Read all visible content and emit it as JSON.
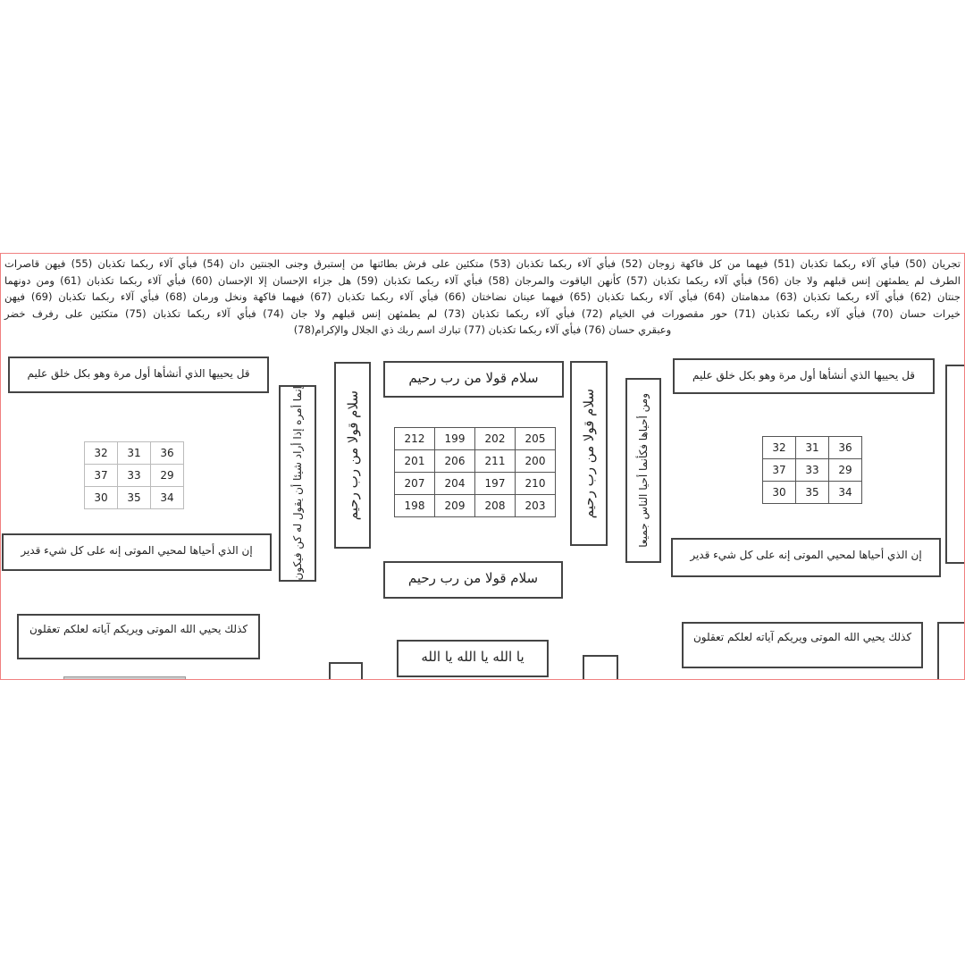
{
  "verses": [
    "تجريان (50) فبأي آلاء ربكما تكذبان (51) فيهما من كل فاكهة زوجان (52) فبأي آلاء ربكما تكذبان (53) متكئين على فرش بطائنها من إستبرق وجنى الجنتين دان (54) فبأي آلاء ربكما تكذبان (55) فيهن قاصرات",
    "الطرف لم يطمثهن إنس قبلهم ولا جان (56) فبأي آلاء ربكما تكذبان (57) كأنهن الياقوت والمرجان (58) فبأي آلاء ربكما تكذبان (59) هل جزاء الإحسان إلا الإحسان (60) فبأي آلاء ربكما تكذبان (61) ومن دونهما",
    "جنتان (62) فبأي آلاء ربكما تكذبان (63) مدهامتان (64) فبأي آلاء ربكما تكذبان (65) فيهما عينان نضاختان (66) فبأي آلاء ربكما تكذبان (67) فيهما فاكهة ونخل ورمان (68) فبأي آلاء ربكما تكذبان (69) فيهن",
    "خيرات حسان (70) فبأي آلاء ربكما تكذبان (71) حور مقصورات في الخيام (72) فبأي آلاء ربكما تكذبان (73) لم يطمثهن إنس قبلهم ولا جان (74) فبأي آلاء ربكما تكذبان (75) متكئين على رفرف خضر",
    "وعبقري حسان (76) فبأي آلاء ربكما تكذبان (77) تبارك اسم ربك ذي الجلال والإكرام(78)"
  ],
  "boxes": {
    "yuhyiha": "قل يحييها الذي أنشأها أول مرة وهو بكل خلق عليم",
    "ahyaha": "إن الذي أحياها لمحيي الموتى إنه على كل شيء قدير",
    "kadhalika": "كذلك يحيي الله الموتى ويريكم آياته لعلكم تعقلون",
    "salam": "سلام قولا من رب رحيم",
    "ya_allah": "يا الله يا الله يا الله",
    "amruhu": "إنما أمره إذا أراد شيئا أن يقول له كن فيكون",
    "man_ahyaha": "ومن أحياها فكأنما أحيا الناس جميعا"
  },
  "square3": [
    [
      "32",
      "31",
      "36"
    ],
    [
      "37",
      "33",
      "29"
    ],
    [
      "30",
      "35",
      "34"
    ]
  ],
  "square4": [
    [
      "212",
      "199",
      "202",
      "205"
    ],
    [
      "201",
      "206",
      "211",
      "200"
    ],
    [
      "207",
      "204",
      "197",
      "210"
    ],
    [
      "198",
      "209",
      "208",
      "203"
    ]
  ]
}
